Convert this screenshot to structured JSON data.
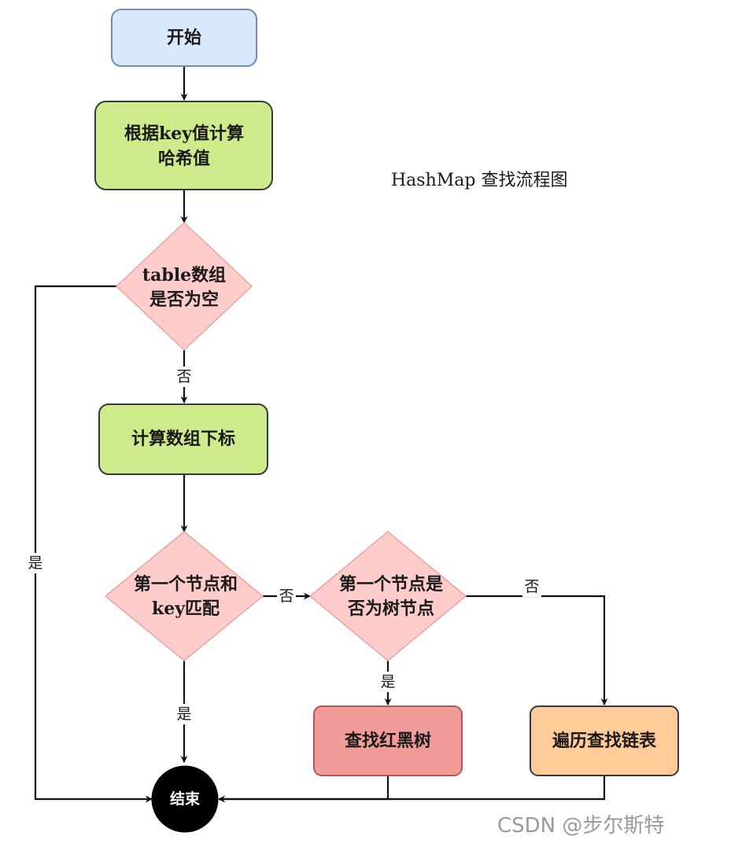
{
  "diagram": {
    "title": "HashMap 查找流程图",
    "watermark": "CSDN @步尔斯特",
    "nodes": {
      "start": {
        "lines": [
          "开始"
        ],
        "fill": "#dae8fc",
        "stroke": "#6c8ebf"
      },
      "calc_hash": {
        "lines": [
          "根据key值计算",
          "哈希值"
        ],
        "fill": "#cdeb8b",
        "stroke": "#36393d"
      },
      "table_empty": {
        "lines": [
          "table数组",
          "是否为空"
        ],
        "fill": "#ffcccc",
        "stroke": "#e9a4a4"
      },
      "calc_index": {
        "lines": [
          "计算数组下标"
        ],
        "fill": "#cdeb8b",
        "stroke": "#36393d"
      },
      "first_match": {
        "lines": [
          "第一个节点和",
          "key匹配"
        ],
        "fill": "#ffcccc",
        "stroke": "#e9a4a4"
      },
      "is_tree": {
        "lines": [
          "第一个节点是",
          "否为树节点"
        ],
        "fill": "#ffcccc",
        "stroke": "#e9a4a4"
      },
      "find_tree": {
        "lines": [
          "查找红黑树"
        ],
        "fill": "#f19c99",
        "stroke": "#b85450"
      },
      "traverse_list": {
        "lines": [
          "遍历查找链表"
        ],
        "fill": "#ffcc99",
        "stroke": "#36393d"
      },
      "end": {
        "lines": [
          "结束"
        ],
        "fill": "#000000",
        "stroke": "#000000"
      }
    },
    "edge_labels": {
      "table_empty_no": "否",
      "table_empty_yes": "是",
      "first_match_no": "否",
      "first_match_yes": "是",
      "is_tree_no": "否",
      "is_tree_yes": "是"
    }
  }
}
